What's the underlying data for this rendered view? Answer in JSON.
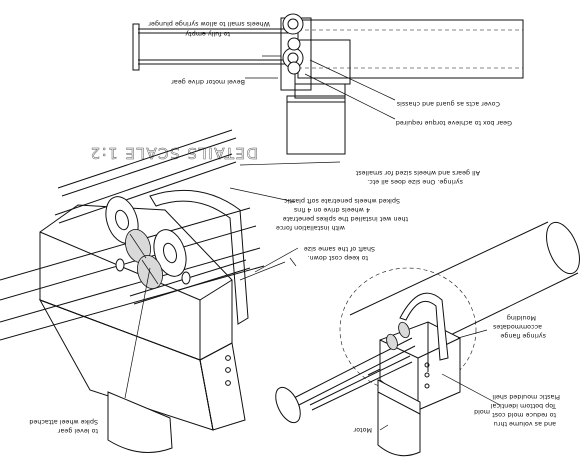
{
  "title": "DETAILS SCALE 1:2",
  "labels": {
    "wheels_small": "Wheels small to allow syringe plunger",
    "fully_empty": "to fully empty",
    "bevel_gear": "Bevel motor drive gear",
    "cover_guard": "Cover acts as guard and chassis",
    "gear_box": "Gear box to achieve torque required",
    "gears_wheels_1": "All gears and wheels sized for smallest",
    "gears_wheels_2": "syringe. One size does all etc.",
    "spiked_1": "Spiked wheels penetrate soft plastic",
    "spiked_2": "4 wheels drive on 4 fins",
    "spiked_3": "then wet installed the spikes penetrate",
    "spiked_4": "with installation force",
    "shaft_1": "Shaft of the same size",
    "shaft_2": "to keep cost down.",
    "spike_wheel_1": "Spike wheel attached",
    "spike_wheel_2": "to level gear",
    "mould_1": "Plastic moulded shell",
    "mould_2": "Top bottom identical",
    "mould_3": "to reduce mold cost",
    "mould_4": "and as volume thru",
    "mould_5": "mold",
    "motor": "Motor",
    "flange_1": "Moulding",
    "flange_2": "accommodates",
    "flange_3": "syringe flange"
  },
  "colors": {
    "ink": "#111111",
    "shade": "#d9d9d9",
    "paper": "#ffffff"
  }
}
